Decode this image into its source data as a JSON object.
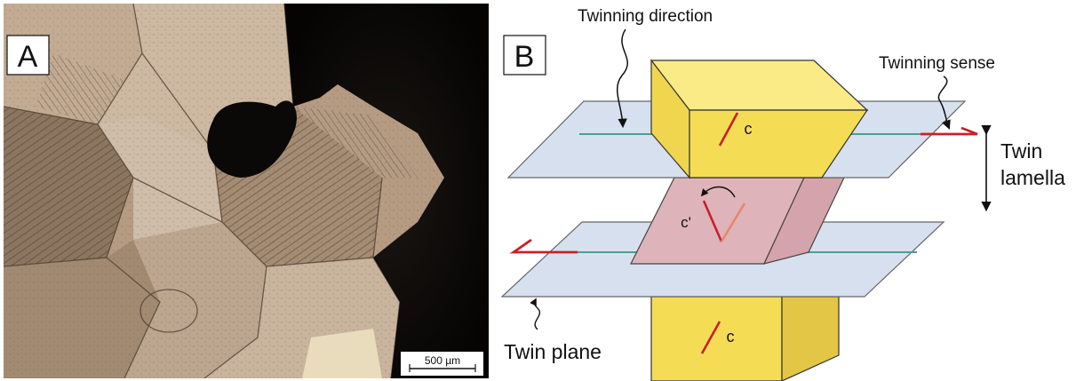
{
  "panel_a": {
    "label": "A",
    "scale_bar": "500 µm"
  },
  "panel_b": {
    "label": "B",
    "annotations": {
      "twinning_direction": "Twinning direction",
      "twinning_sense": "Twinning sense",
      "twin_lamella_line1": "Twin",
      "twin_lamella_line2": "lamella",
      "twin_plane": "Twin plane"
    },
    "axis_labels": {
      "top_crystal": "c",
      "twinned": "c'",
      "bottom_crystal": "c"
    }
  },
  "colors": {
    "crystal_yellow": "#f4dd55",
    "twin_pink": "#dfb3ba",
    "plane_blue": "#d7e0ee",
    "c_axis_red": "#c8202a",
    "rotated_axis_orange": "#e4876b",
    "direction_line_green": "#4aa08e"
  }
}
